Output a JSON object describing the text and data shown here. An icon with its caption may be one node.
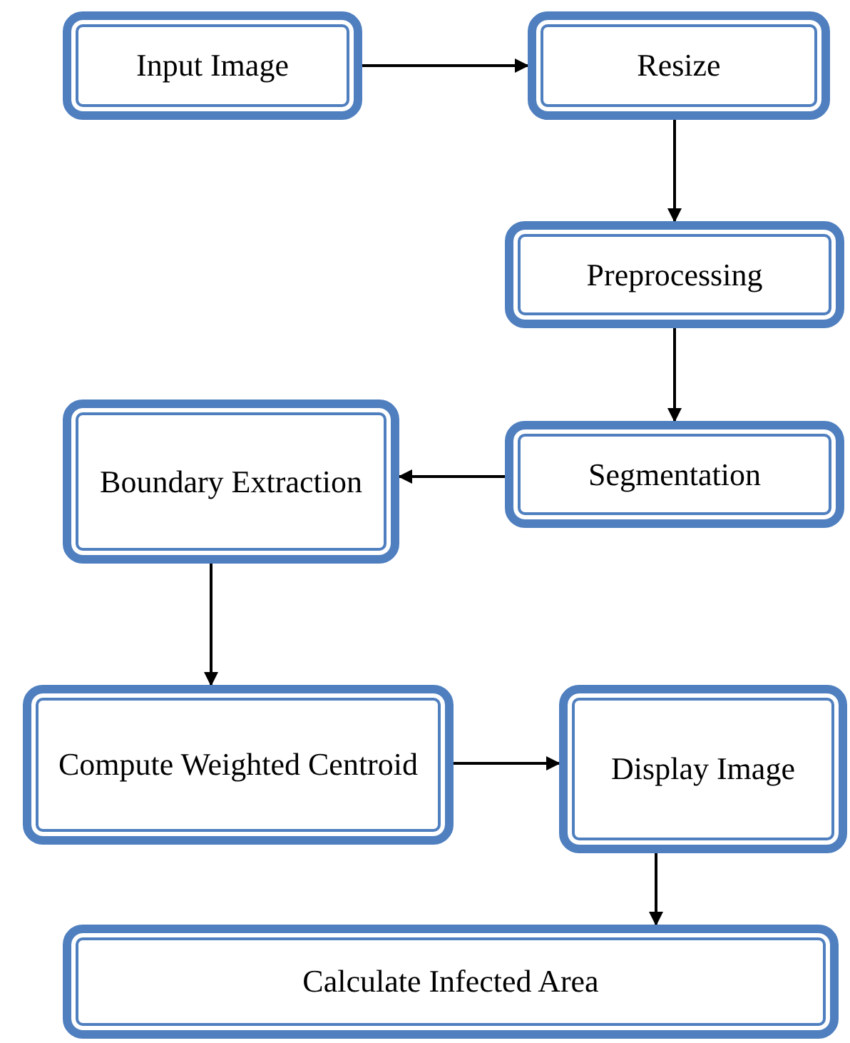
{
  "diagram": {
    "nodes": [
      {
        "text": [
          "Input Image"
        ]
      },
      {
        "text": [
          "Resize"
        ]
      },
      {
        "text": [
          "Preprocessing"
        ]
      },
      {
        "text": [
          "Segmentation"
        ]
      },
      {
        "text": [
          "Boundary Extraction"
        ]
      },
      {
        "text": [
          "Compute Weighted Centroid"
        ]
      },
      {
        "text": [
          "Display Image"
        ]
      },
      {
        "text": [
          "Calculate Infected Area"
        ]
      }
    ],
    "edges": [
      {
        "from": 0,
        "to": 1,
        "arrow": "to"
      },
      {
        "from": 1,
        "to": 2,
        "arrow": "to"
      },
      {
        "from": 2,
        "to": 3,
        "arrow": "to"
      },
      {
        "from": 3,
        "to": 4,
        "arrow": "to"
      },
      {
        "from": 4,
        "to": 5,
        "arrow": "to"
      },
      {
        "from": 5,
        "to": 6,
        "arrow": "to"
      },
      {
        "from": 6,
        "to": 7,
        "arrow": "to"
      }
    ]
  }
}
